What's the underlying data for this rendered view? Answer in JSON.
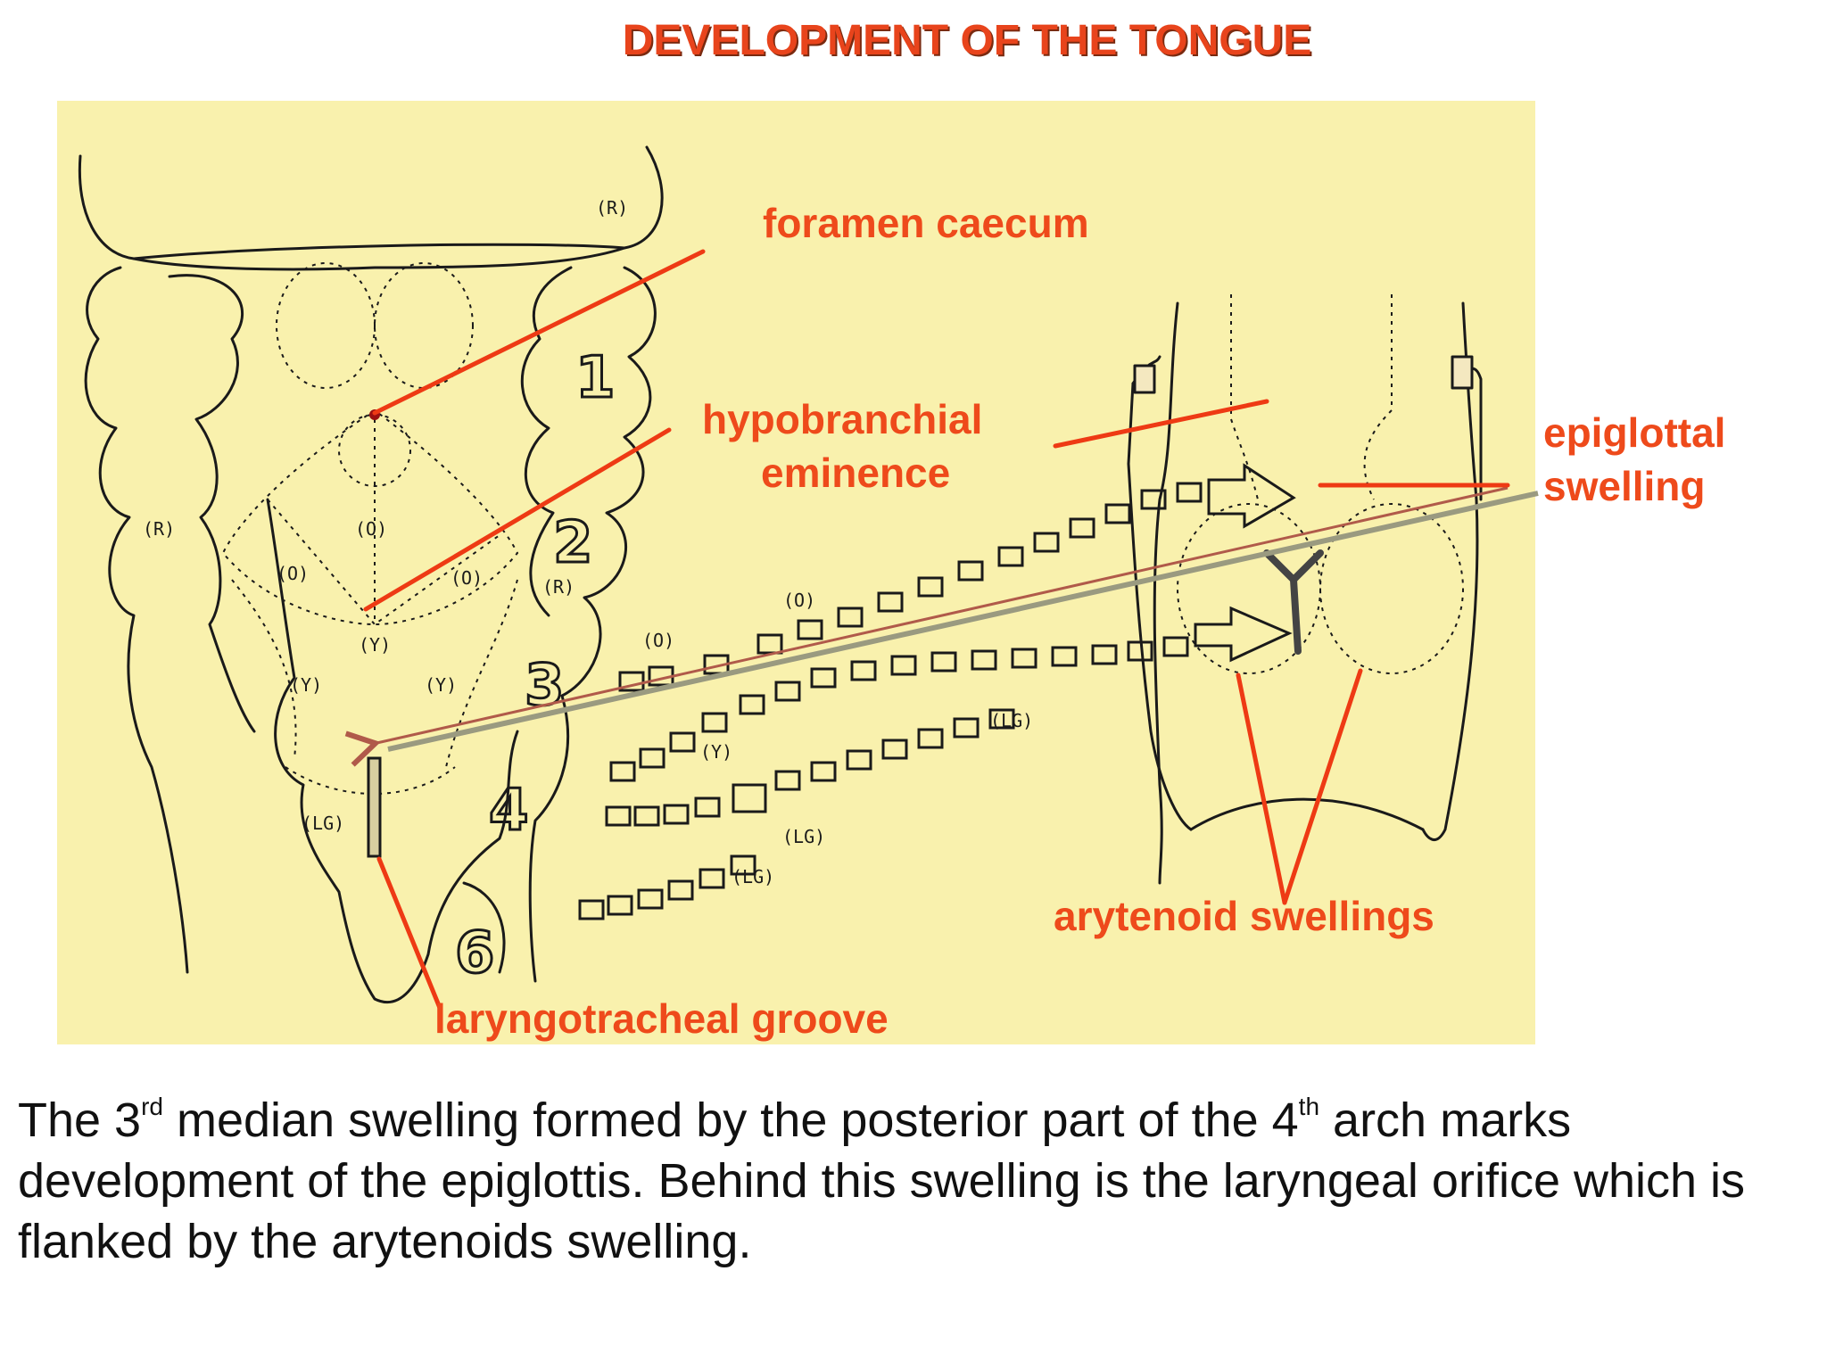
{
  "title": "DEVELOPMENT OF THE TONGUE",
  "colors": {
    "accent": "#ee4a1b",
    "panel": "#f9f1ad",
    "ink": "#1a1a1a",
    "arrow": "#b05a4a"
  },
  "labels": {
    "foramen_caecum": "foramen caecum",
    "hypobranchial_line1": "hypobranchial",
    "hypobranchial_line2": "eminence",
    "epiglottal_line1": "epiglottal",
    "epiglottal_line2": "swelling",
    "arytenoid": "arytenoid swellings",
    "laryngotracheal": "laryngotracheal groove"
  },
  "sketch": {
    "arch_numbers": [
      "1",
      "2",
      "3",
      "4",
      "6"
    ],
    "handwritten": [
      "(R)",
      "(R)",
      "(R)",
      "(O)",
      "(O)",
      "(O)",
      "(O)",
      "(O)",
      "(Y)",
      "(Y)",
      "(Y)",
      "(Y)",
      "(LG)",
      "(LG)",
      "(LG)",
      "(LG)"
    ]
  },
  "caption": {
    "s1": "The 3",
    "sup1": "rd",
    "s2": " median swelling formed by the posterior part of the 4",
    "sup2": "th",
    "s3": " arch marks development of the epiglottis. Behind this  swelling  is the laryngeal orifice which is flanked by the arytenoids swelling."
  }
}
